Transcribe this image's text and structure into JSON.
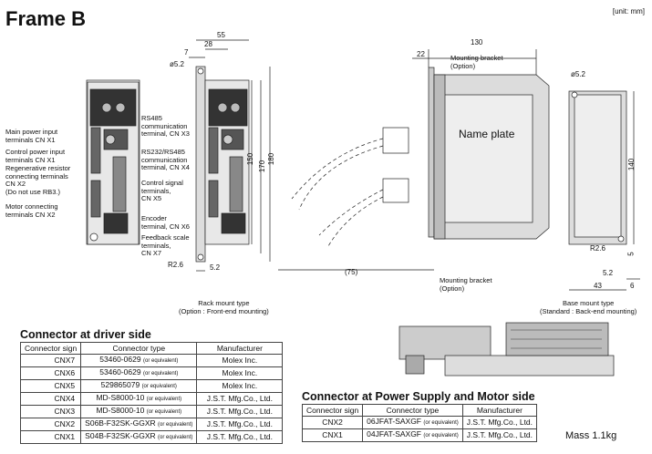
{
  "title": "Frame B",
  "unit": "[unit: mm]",
  "front_labels": {
    "main_power": "Main power input\nterminals CN X1",
    "control_power": "Control power input\nterminals CN X1",
    "regen": "Regenerative resistor\nconnecting terminals\nCN X2\n(Do not use RB3.)",
    "motor": "Motor connecting\nterminals  CN X2",
    "rs485": "RS485\ncommunication\nterminal, CN X3",
    "rs232": "RS232/RS485\ncommunication\nterminal, CN X4",
    "control_signal": "Control signal\nterminals,\nCN X5",
    "encoder": "Encoder\nterminal, CN X6",
    "feedback": "Feedback scale\nterminals,\nCN X7"
  },
  "dims": {
    "d55": "55",
    "d28": "28",
    "d7": "7",
    "d52": "ø5.2",
    "d150": "150",
    "d170": "170",
    "d180": "180",
    "r26": "R2.6",
    "d52b": "5.2",
    "d130": "130",
    "d22": "22",
    "d75": "(75)",
    "d52c": "ø5.2",
    "d140": "140",
    "r26b": "R2.6",
    "d5": "5",
    "d52d": "5.2",
    "d43": "43",
    "d6": "6"
  },
  "side_labels": {
    "bracket_top": "Mounting bracket\n(Option)",
    "name_plate": "Name plate",
    "bracket_bottom": "Mounting bracket\n(Option)"
  },
  "captions": {
    "rack": "Rack mount type\n(Option : Front-end mounting)",
    "base": "Base mount type\n(Standard : Back-end mounting)"
  },
  "driver_side": {
    "heading": "Connector at driver side",
    "columns": [
      "Connector sign",
      "Connector type",
      "Manufacturer"
    ],
    "rows": [
      {
        "sign": "CNX7",
        "type": "53460-0629",
        "note": "(or equivalent)",
        "maker": "Molex Inc."
      },
      {
        "sign": "CNX6",
        "type": "53460-0629",
        "note": "(or equivalent)",
        "maker": "Molex Inc."
      },
      {
        "sign": "CNX5",
        "type": "529865079",
        "note": "(or equivalent)",
        "maker": "Molex Inc."
      },
      {
        "sign": "CNX4",
        "type": "MD-S8000-10",
        "note": "(or equivalent)",
        "maker": "J.S.T. Mfg.Co., Ltd."
      },
      {
        "sign": "CNX3",
        "type": "MD-S8000-10",
        "note": "(or equivalent)",
        "maker": "J.S.T. Mfg.Co., Ltd."
      },
      {
        "sign": "CNX2",
        "type": "S06B-F32SK-GGXR",
        "note": "(or equivalent)",
        "maker": "J.S.T. Mfg.Co., Ltd."
      },
      {
        "sign": "CNX1",
        "type": "S04B-F32SK-GGXR",
        "note": "(or equivalent)",
        "maker": "J.S.T. Mfg.Co., Ltd."
      }
    ]
  },
  "power_side": {
    "heading": "Connector at Power Supply and Motor side",
    "columns": [
      "Connector sign",
      "Connector type",
      "Manufacturer"
    ],
    "rows": [
      {
        "sign": "CNX2",
        "type": "06JFAT-SAXGF",
        "note": "(or equivalent)",
        "maker": "J.S.T. Mfg.Co., Ltd."
      },
      {
        "sign": "CNX1",
        "type": "04JFAT-SAXGF",
        "note": "(or equivalent)",
        "maker": "J.S.T. Mfg.Co., Ltd."
      }
    ]
  },
  "mass": "Mass 1.1kg"
}
